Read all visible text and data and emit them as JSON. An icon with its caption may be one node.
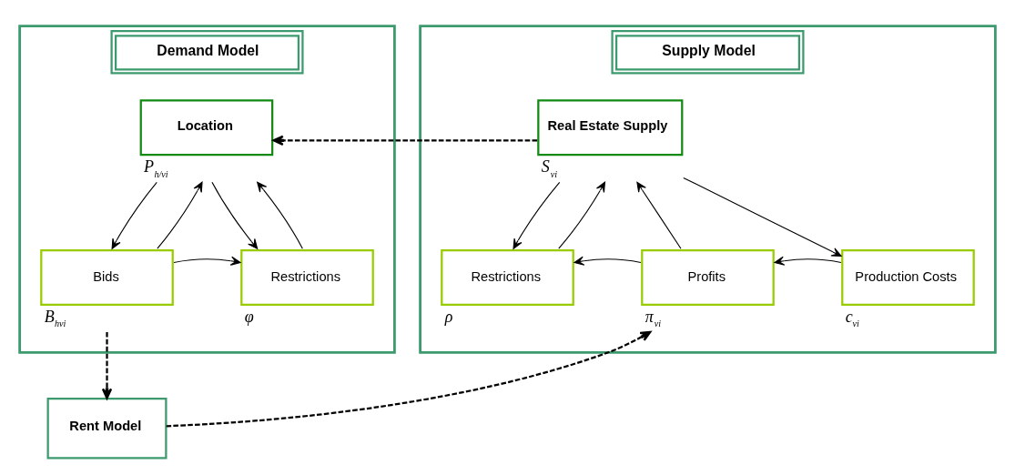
{
  "diagram": {
    "nodes": [
      {
        "text": [
          "Demand Model"
        ]
      },
      {
        "text": [
          "Location"
        ],
        "in": 0,
        "beside": [
          "P$_{h/vi}$"
        ]
      },
      {
        "text": [
          "Bids"
        ],
        "in": 0,
        "beside": [
          "B$_{hvi}$"
        ]
      },
      {
        "text": [
          "Restrictions"
        ],
        "in": 0,
        "beside": [
          "φ"
        ]
      },
      {
        "text": [
          "Supply Model"
        ]
      },
      {
        "text": [
          "Real Estate Supply"
        ],
        "in": 4,
        "beside": [
          "S$_{vi}$"
        ]
      },
      {
        "text": [
          "Restrictions"
        ],
        "in": 4,
        "beside": [
          "ρ"
        ]
      },
      {
        "text": [
          "Profits"
        ],
        "in": 4,
        "beside": [
          "π$_{vi}$"
        ]
      },
      {
        "text": [
          "Production Costs"
        ],
        "in": 4,
        "beside": [
          "c$_{vi}$"
        ]
      },
      {
        "text": [
          "Rent Model"
        ]
      }
    ],
    "edges": [
      {
        "from": 1,
        "to": 2,
        "arrow": "to"
      },
      {
        "from": 1,
        "to": 3,
        "arrow": "to"
      },
      {
        "from": 2,
        "to": 1,
        "arrow": "to"
      },
      {
        "from": 3,
        "to": 1,
        "arrow": "to"
      },
      {
        "from": 2,
        "to": 3,
        "arrow": "to"
      },
      {
        "from": 5,
        "to": 1,
        "arrow": "to",
        "style": "dashed"
      },
      {
        "from": 5,
        "to": 6,
        "arrow": "to"
      },
      {
        "from": 5,
        "to": 8,
        "arrow": "to"
      },
      {
        "from": 6,
        "to": 5,
        "arrow": "to"
      },
      {
        "from": 7,
        "to": 5,
        "arrow": "to"
      },
      {
        "from": 7,
        "to": 6,
        "arrow": "to"
      },
      {
        "from": 8,
        "to": 7,
        "arrow": "to"
      },
      {
        "from": 2,
        "to": 9,
        "arrow": "to",
        "style": "dashed"
      },
      {
        "from": 9,
        "to": 7,
        "arrow": "to",
        "style": "dashed"
      }
    ]
  }
}
